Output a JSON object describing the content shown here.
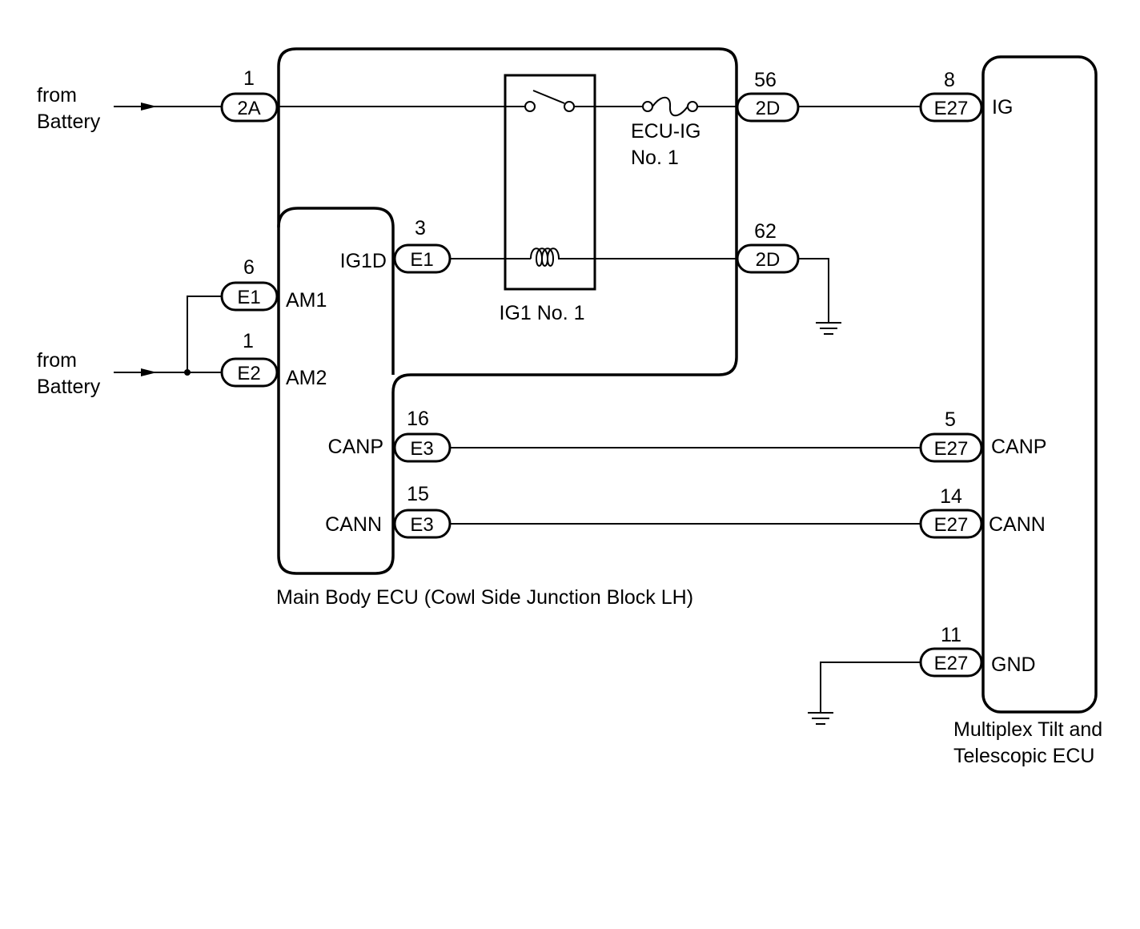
{
  "sources": {
    "battery_top": [
      "from",
      "Battery"
    ],
    "battery_bottom": [
      "from",
      "Battery"
    ]
  },
  "components": {
    "ig1_relay": "IG1 No. 1",
    "ecu_ig_fuse": [
      "ECU-IG",
      "No. 1"
    ],
    "main_body_ecu": "Main Body ECU (Cowl Side Junction Block LH)",
    "multiplex_ecu": [
      "Multiplex Tilt and",
      "Telescopic ECU"
    ]
  },
  "terminals": {
    "ig1d": "IG1D",
    "am1": "AM1",
    "am2": "AM2",
    "canp_main": "CANP",
    "cann_main": "CANN",
    "ig": "IG",
    "canp_mux": "CANP",
    "cann_mux": "CANN",
    "gnd": "GND"
  },
  "connectors": {
    "c_2a": {
      "code": "2A",
      "pin": "1"
    },
    "c_2d_56": {
      "code": "2D",
      "pin": "56"
    },
    "c_e27_8": {
      "code": "E27",
      "pin": "8"
    },
    "c_e1_3": {
      "code": "E1",
      "pin": "3"
    },
    "c_2d_62": {
      "code": "2D",
      "pin": "62"
    },
    "c_e1_6": {
      "code": "E1",
      "pin": "6"
    },
    "c_e2_1": {
      "code": "E2",
      "pin": "1"
    },
    "c_e3_16": {
      "code": "E3",
      "pin": "16"
    },
    "c_e27_5": {
      "code": "E27",
      "pin": "5"
    },
    "c_e3_15": {
      "code": "E3",
      "pin": "15"
    },
    "c_e27_14": {
      "code": "E27",
      "pin": "14"
    },
    "c_e27_11": {
      "code": "E27",
      "pin": "11"
    }
  }
}
